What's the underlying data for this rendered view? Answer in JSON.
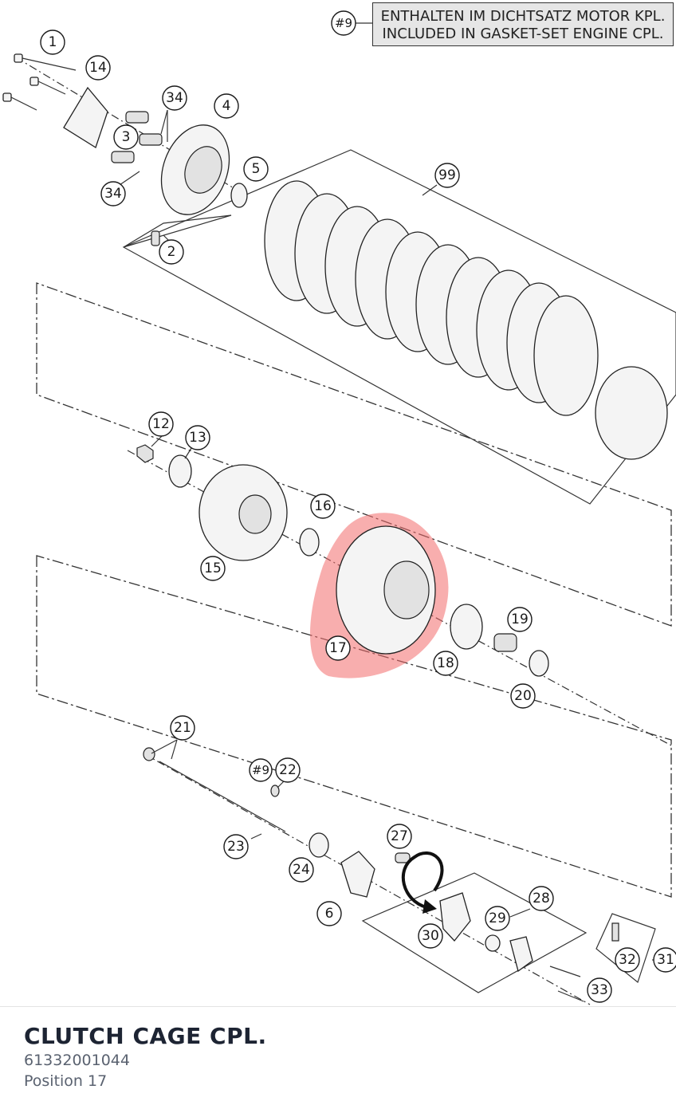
{
  "note": {
    "ref": "#9",
    "line_de": "ENTHALTEN IM DICHTSATZ MOTOR KPL.",
    "line_en": "INCLUDED IN GASKET-SET ENGINE CPL."
  },
  "callouts": {
    "c1": "1",
    "c14": "14",
    "c34a": "34",
    "c4": "4",
    "c3": "3",
    "c5": "5",
    "c34b": "34",
    "c2": "2",
    "c99": "99",
    "c12": "12",
    "c13": "13",
    "c16": "16",
    "c15": "15",
    "c17": "17",
    "c19": "19",
    "c18": "18",
    "c20": "20",
    "c21": "21",
    "c9": "#9",
    "c22": "22",
    "c27": "27",
    "c23": "23",
    "c24": "24",
    "c28": "28",
    "c6": "6",
    "c29": "29",
    "c30": "30",
    "c32": "32",
    "c31": "31",
    "c33": "33"
  },
  "highlight": {
    "color": "#f26b6b",
    "part": "17"
  },
  "selected_part": {
    "title": "CLUTCH CAGE CPL.",
    "number": "61332001044",
    "position": "Position 17"
  }
}
